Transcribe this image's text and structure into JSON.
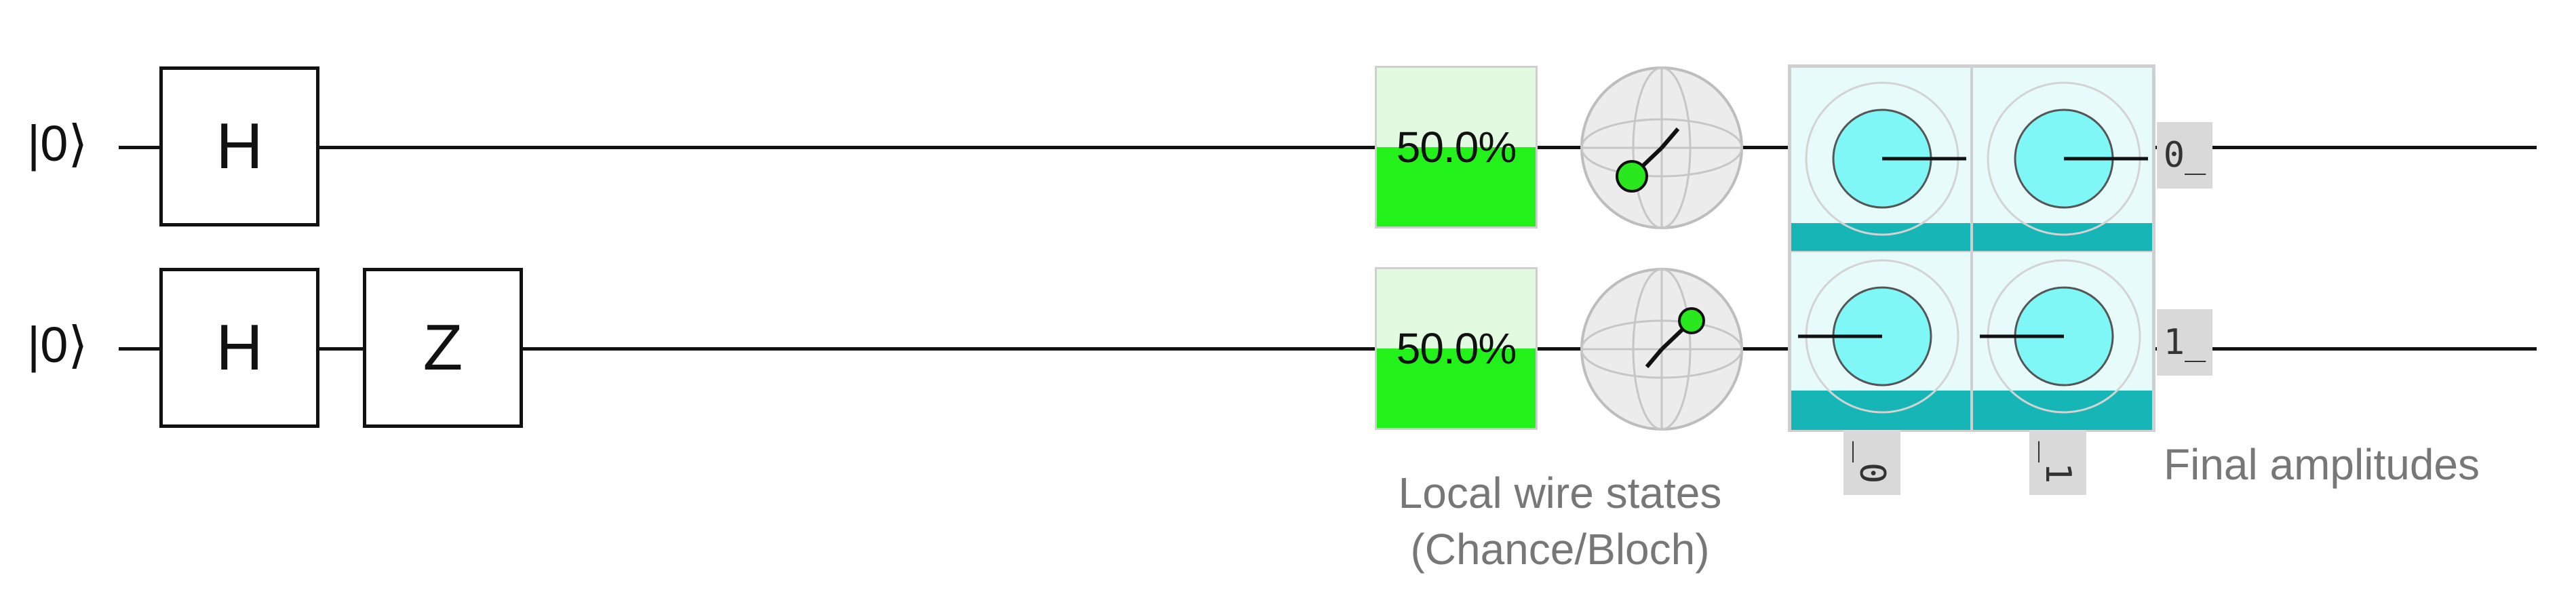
{
  "wires": [
    {
      "label": "|0⟩",
      "gates": [
        "H"
      ],
      "chance": "50.0%",
      "chance_value": 0.5,
      "bloch": "bloch-x-state",
      "ket_tag": "0_"
    },
    {
      "label": "|0⟩",
      "gates": [
        "H",
        "Z"
      ],
      "chance": "50.0%",
      "chance_value": 0.5,
      "bloch": "bloch-minus-x-state",
      "ket_tag": "1_"
    }
  ],
  "amplitudes": {
    "column_tags": [
      "_0",
      "_1"
    ],
    "caption": "Final amplitudes",
    "cells": [
      {
        "row": 0,
        "col": 0,
        "phase": "positive",
        "magnitude": 0.5
      },
      {
        "row": 0,
        "col": 1,
        "phase": "positive",
        "magnitude": 0.5
      },
      {
        "row": 1,
        "col": 0,
        "phase": "negative",
        "magnitude": 0.5
      },
      {
        "row": 1,
        "col": 1,
        "phase": "negative",
        "magnitude": 0.5
      }
    ]
  },
  "local_states_caption": [
    "Local wire states",
    "(Chance/Bloch)"
  ],
  "colors": {
    "chance_fill": "#22f11a",
    "chance_bg": "#e2fbe0",
    "amp_circle": "#80f7f7",
    "amp_bar": "#17b6b6",
    "amp_bg": "#e8fbfb",
    "bloch_marker": "#29e81e"
  }
}
